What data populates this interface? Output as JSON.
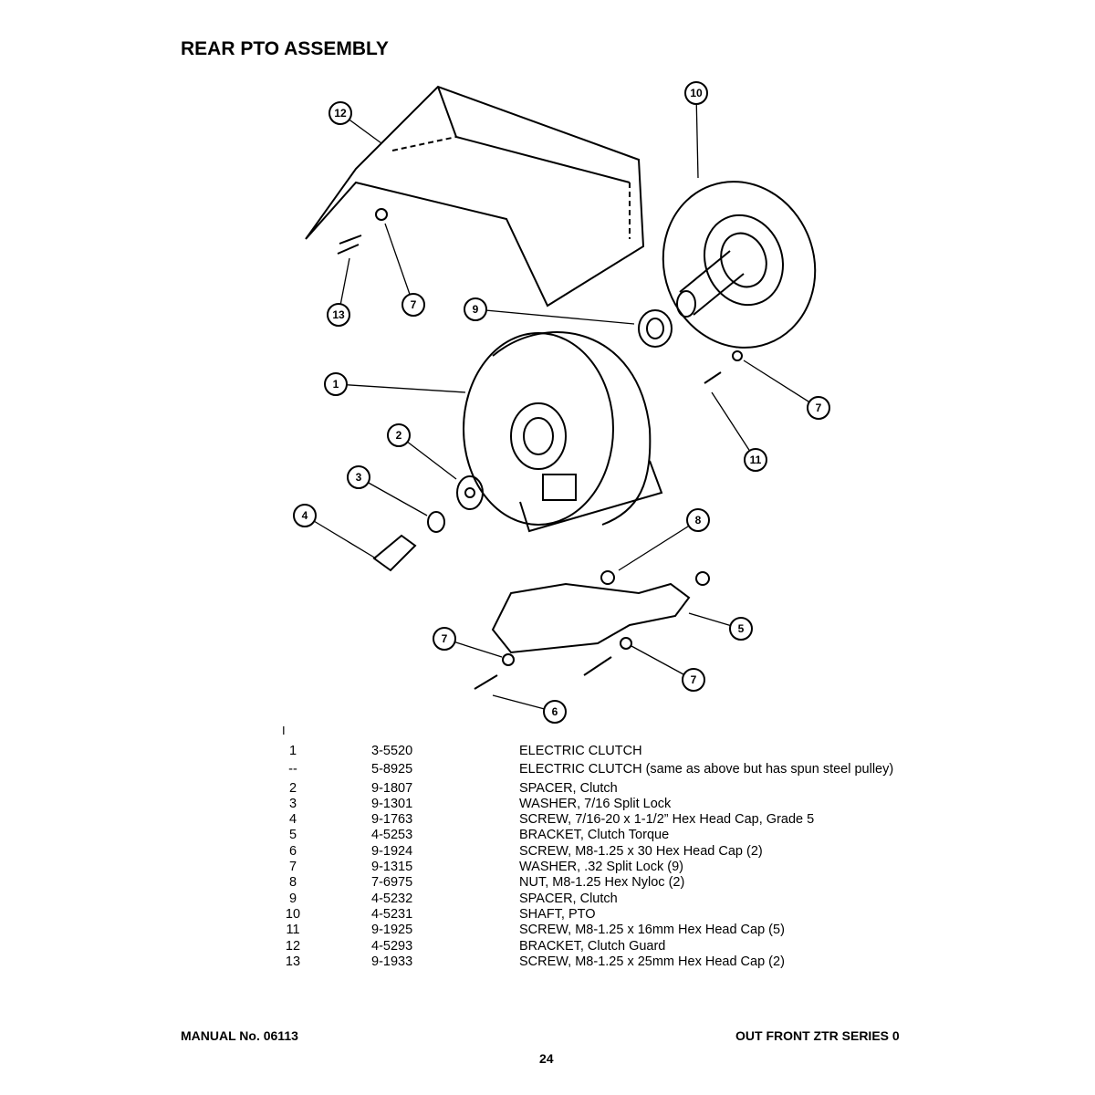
{
  "title": "REAR PTO ASSEMBLY",
  "diagram": {
    "callouts": [
      "12",
      "10",
      "13",
      "7",
      "9",
      "1",
      "7",
      "11",
      "2",
      "3",
      "4",
      "8",
      "5",
      "7",
      "7",
      "6"
    ]
  },
  "marker": "I",
  "parts": [
    {
      "ref": "1",
      "part": "3-5520",
      "desc": "ELECTRIC CLUTCH"
    },
    {
      "ref": "--",
      "part": "5-8925",
      "desc": "ELECTRIC CLUTCH (same as above but has spun steel pulley)"
    },
    {
      "ref": "2",
      "part": "9-1807",
      "desc": "SPACER, Clutch"
    },
    {
      "ref": "3",
      "part": "9-1301",
      "desc": "WASHER, 7/16 Split Lock"
    },
    {
      "ref": "4",
      "part": "9-1763",
      "desc": "SCREW, 7/16-20 x 1-1/2” Hex Head Cap, Grade 5"
    },
    {
      "ref": "5",
      "part": "4-5253",
      "desc": "BRACKET, Clutch Torque"
    },
    {
      "ref": "6",
      "part": "9-1924",
      "desc": "SCREW, M8-1.25 x 30 Hex Head Cap (2)"
    },
    {
      "ref": "7",
      "part": "9-1315",
      "desc": "WASHER, .32 Split Lock (9)"
    },
    {
      "ref": "8",
      "part": "7-6975",
      "desc": "NUT, M8-1.25 Hex Nyloc (2)"
    },
    {
      "ref": "9",
      "part": "4-5232",
      "desc": "SPACER, Clutch"
    },
    {
      "ref": "10",
      "part": "4-5231",
      "desc": "SHAFT, PTO"
    },
    {
      "ref": "11",
      "part": "9-1925",
      "desc": "SCREW, M8-1.25 x 16mm Hex Head Cap (5)"
    },
    {
      "ref": "12",
      "part": "4-5293",
      "desc": "BRACKET, Clutch Guard"
    },
    {
      "ref": "13",
      "part": "9-1933",
      "desc": "SCREW, M8-1.25 x 25mm Hex Head Cap (2)"
    }
  ],
  "footer": {
    "manual": "MANUAL No. 06113",
    "series": "OUT FRONT ZTR SERIES 0",
    "page": "24"
  }
}
